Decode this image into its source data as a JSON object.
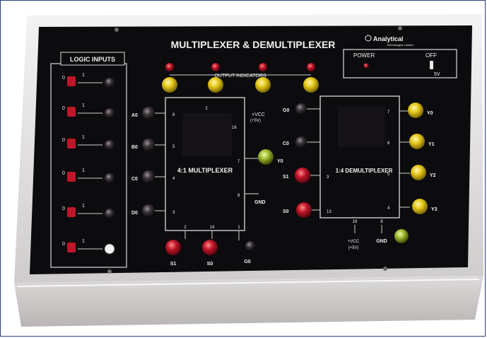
{
  "panel": {
    "title": "MULTIPLEXER & DEMULTIPLEXER",
    "brand": "Analytical",
    "brand_sub": "Technologies Limited",
    "colors": {
      "panel": "#0c0b0e",
      "case": "#e8e6e6",
      "terminal_red": "#c0162a",
      "terminal_yellow": "#e6c81a",
      "terminal_green": "#9fb82c",
      "terminal_black": "#3a3438"
    }
  },
  "logic_inputs": {
    "label": "LOGIC INPUTS",
    "rows": [
      {
        "low": "0",
        "high": "1"
      },
      {
        "low": "0",
        "high": "1"
      },
      {
        "low": "0",
        "high": "1"
      },
      {
        "low": "0",
        "high": "1"
      },
      {
        "low": "0",
        "high": "1"
      },
      {
        "low": "0",
        "high": "1"
      }
    ]
  },
  "output_indicators": {
    "label": "OUTPUT INDICATORS"
  },
  "power": {
    "label": "POWER",
    "off_label": "OFF",
    "voltage": "5V"
  },
  "mux": {
    "label": "4:1 MULTIPLEXER",
    "vcc_label": "+VCC",
    "vcc_sub": "(+5V)",
    "gnd_label": "GND",
    "inputs": [
      {
        "name": "A0",
        "pin": "6"
      },
      {
        "name": "B0",
        "pin": "5"
      },
      {
        "name": "C0",
        "pin": "4"
      },
      {
        "name": "D0",
        "pin": "3"
      }
    ],
    "pins": {
      "top": "2",
      "vcc": "16",
      "out": "7",
      "gnd": "8",
      "s1": "2",
      "s0": "14",
      "enable": "1"
    },
    "selects": [
      {
        "name": "S1"
      },
      {
        "name": "S0"
      }
    ],
    "output": {
      "name": "Y0"
    },
    "enable": {
      "name": "G0"
    }
  },
  "demux": {
    "label": "1:4 DEMULTIPLEXER",
    "vcc_label": "+VCC",
    "vcc_sub": "(+5V)",
    "gnd_label": "GND",
    "inputs": [
      {
        "name": "G0",
        "pin": ""
      },
      {
        "name": "C0",
        "pin": ""
      },
      {
        "name": "S1",
        "pin": "3"
      },
      {
        "name": "S0",
        "pin": "13"
      }
    ],
    "pins": {
      "vcc": "16",
      "gnd": "8"
    },
    "outputs": [
      {
        "name": "Y0",
        "pin": "7"
      },
      {
        "name": "Y1",
        "pin": "6"
      },
      {
        "name": "Y2",
        "pin": "5"
      },
      {
        "name": "Y3",
        "pin": "4"
      }
    ]
  }
}
